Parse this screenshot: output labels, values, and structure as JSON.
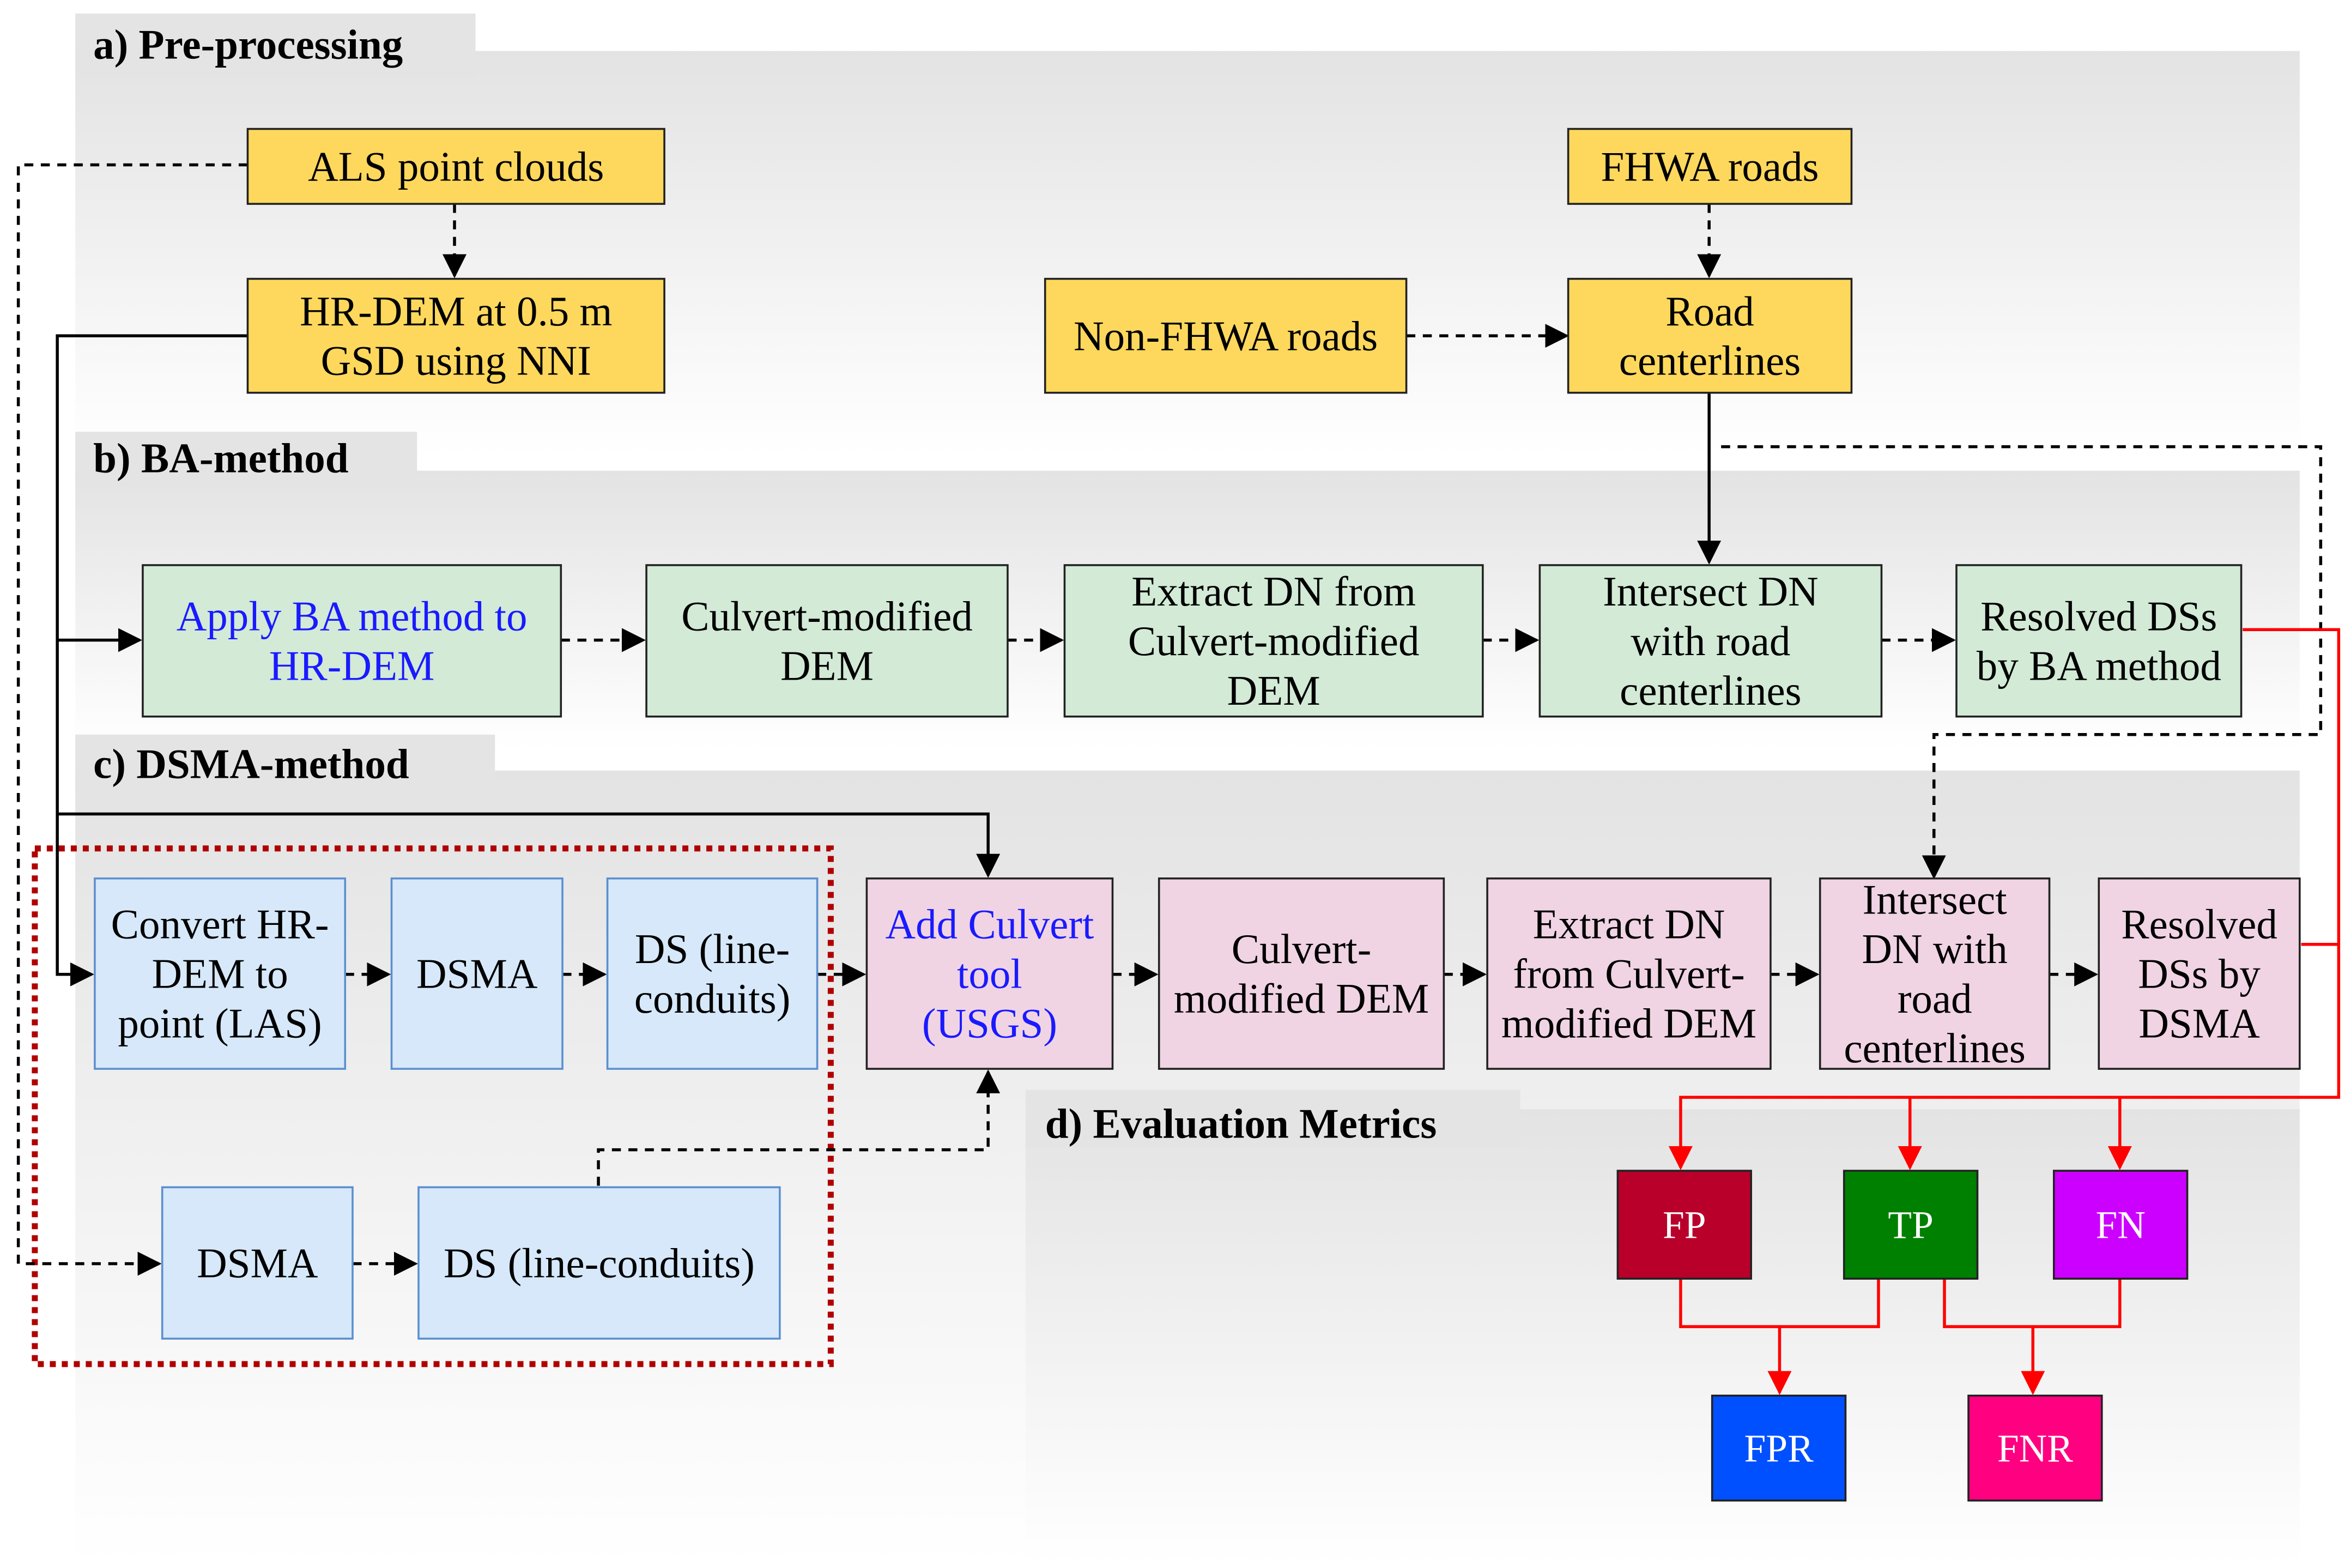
{
  "sections": {
    "pre": "a) Pre-processing",
    "ba": "b) BA-method",
    "dsma": "c) DSMA-method",
    "eval": "d) Evaluation Metrics"
  },
  "colors": {
    "yellow": "#fdd85d",
    "green": "#d2ead6",
    "blue": "#d6e8f9",
    "pink": "#f0d4e3",
    "blue_text": "#1a1aff",
    "red_line": "#ff0000",
    "dotted_border": "#b00000",
    "fp": "#b8002a",
    "tp": "#008000",
    "fn": "#cc00ff",
    "fpr": "#0050ff",
    "fnr": "#ff0080"
  },
  "boxes": {
    "als": [
      "ALS point clouds"
    ],
    "hrdem": [
      "HR-DEM at 0.5 m",
      "GSD using NNI"
    ],
    "fhwa": [
      "FHWA roads"
    ],
    "nonfhwa": [
      "Non-FHWA roads"
    ],
    "road": [
      "Road",
      "centerlines"
    ],
    "ba_apply": [
      "Apply BA method to",
      "HR-DEM"
    ],
    "ba_culvert": [
      "Culvert-modified",
      "DEM"
    ],
    "ba_extract": [
      "Extract DN from",
      "Culvert-modified",
      "DEM"
    ],
    "ba_intersect": [
      "Intersect DN",
      "with road",
      "centerlines"
    ],
    "ba_resolved": [
      "Resolved DSs",
      "by BA method"
    ],
    "convert": [
      "Convert HR-",
      "DEM to",
      "point (LAS)"
    ],
    "dsma1": [
      "DSMA"
    ],
    "ds1": [
      "DS (line-",
      "conduits)"
    ],
    "add_culvert": [
      "Add Culvert",
      "tool",
      "(USGS)"
    ],
    "dsma_culvert": [
      "Culvert-",
      "modified DEM"
    ],
    "dsma_extract": [
      "Extract DN",
      "from Culvert-",
      "modified DEM"
    ],
    "dsma_intersect": [
      "Intersect",
      "DN with",
      "road",
      "centerlines"
    ],
    "dsma_resolved": [
      "Resolved",
      "DSs by",
      "DSMA"
    ],
    "dsma2": [
      "DSMA"
    ],
    "ds2": [
      "DS (line-conduits)"
    ],
    "fp": [
      "FP"
    ],
    "tp": [
      "TP"
    ],
    "fn": [
      "FN"
    ],
    "fpr": [
      "FPR"
    ],
    "fnr": [
      "FNR"
    ]
  }
}
